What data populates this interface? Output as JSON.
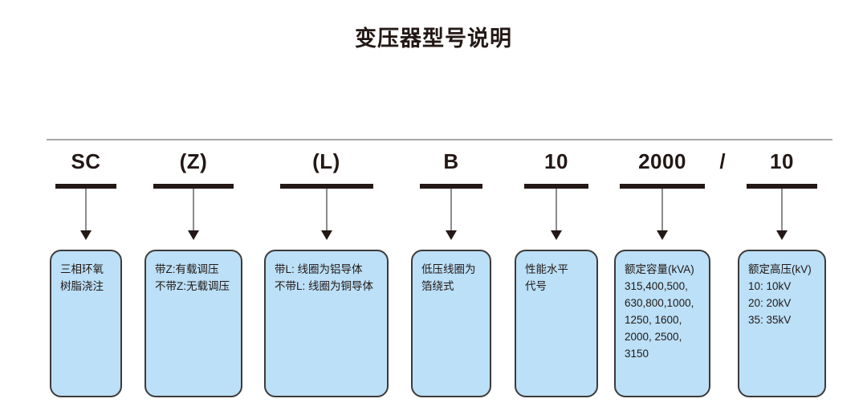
{
  "page": {
    "title": "变压器型号说明",
    "background_color": "#ffffff"
  },
  "style": {
    "box_fill": "#bbe0f7",
    "box_border": "#3e3a39",
    "text_color": "#231815",
    "rule_color": "#a9a5a6",
    "arrow_shaft_color": "#8d8a8b"
  },
  "separator": {
    "slash": "/"
  },
  "segments": [
    {
      "code": "SC",
      "lines": [
        "三相环氧",
        "树脂浇注"
      ]
    },
    {
      "code": "(Z)",
      "lines": [
        "带Z:有载调压",
        "不带Z:无载调压"
      ]
    },
    {
      "code": "(L)",
      "lines": [
        "带L: 线圈为铝导体",
        "不带L: 线圈为铜导体"
      ]
    },
    {
      "code": "B",
      "lines": [
        "低压线圈为",
        "箔绕式"
      ]
    },
    {
      "code": "10",
      "lines": [
        "性能水平",
        "代号"
      ]
    },
    {
      "code": "2000",
      "lines": [
        "额定容量(kVA)",
        "315,400,500,",
        "630,800,1000,",
        "1250, 1600,",
        "2000, 2500,",
        "3150"
      ]
    },
    {
      "code": "10",
      "lines": [
        "额定高压(kV)",
        "10: 10kV",
        "20: 20kV",
        "35: 35kV"
      ]
    }
  ]
}
